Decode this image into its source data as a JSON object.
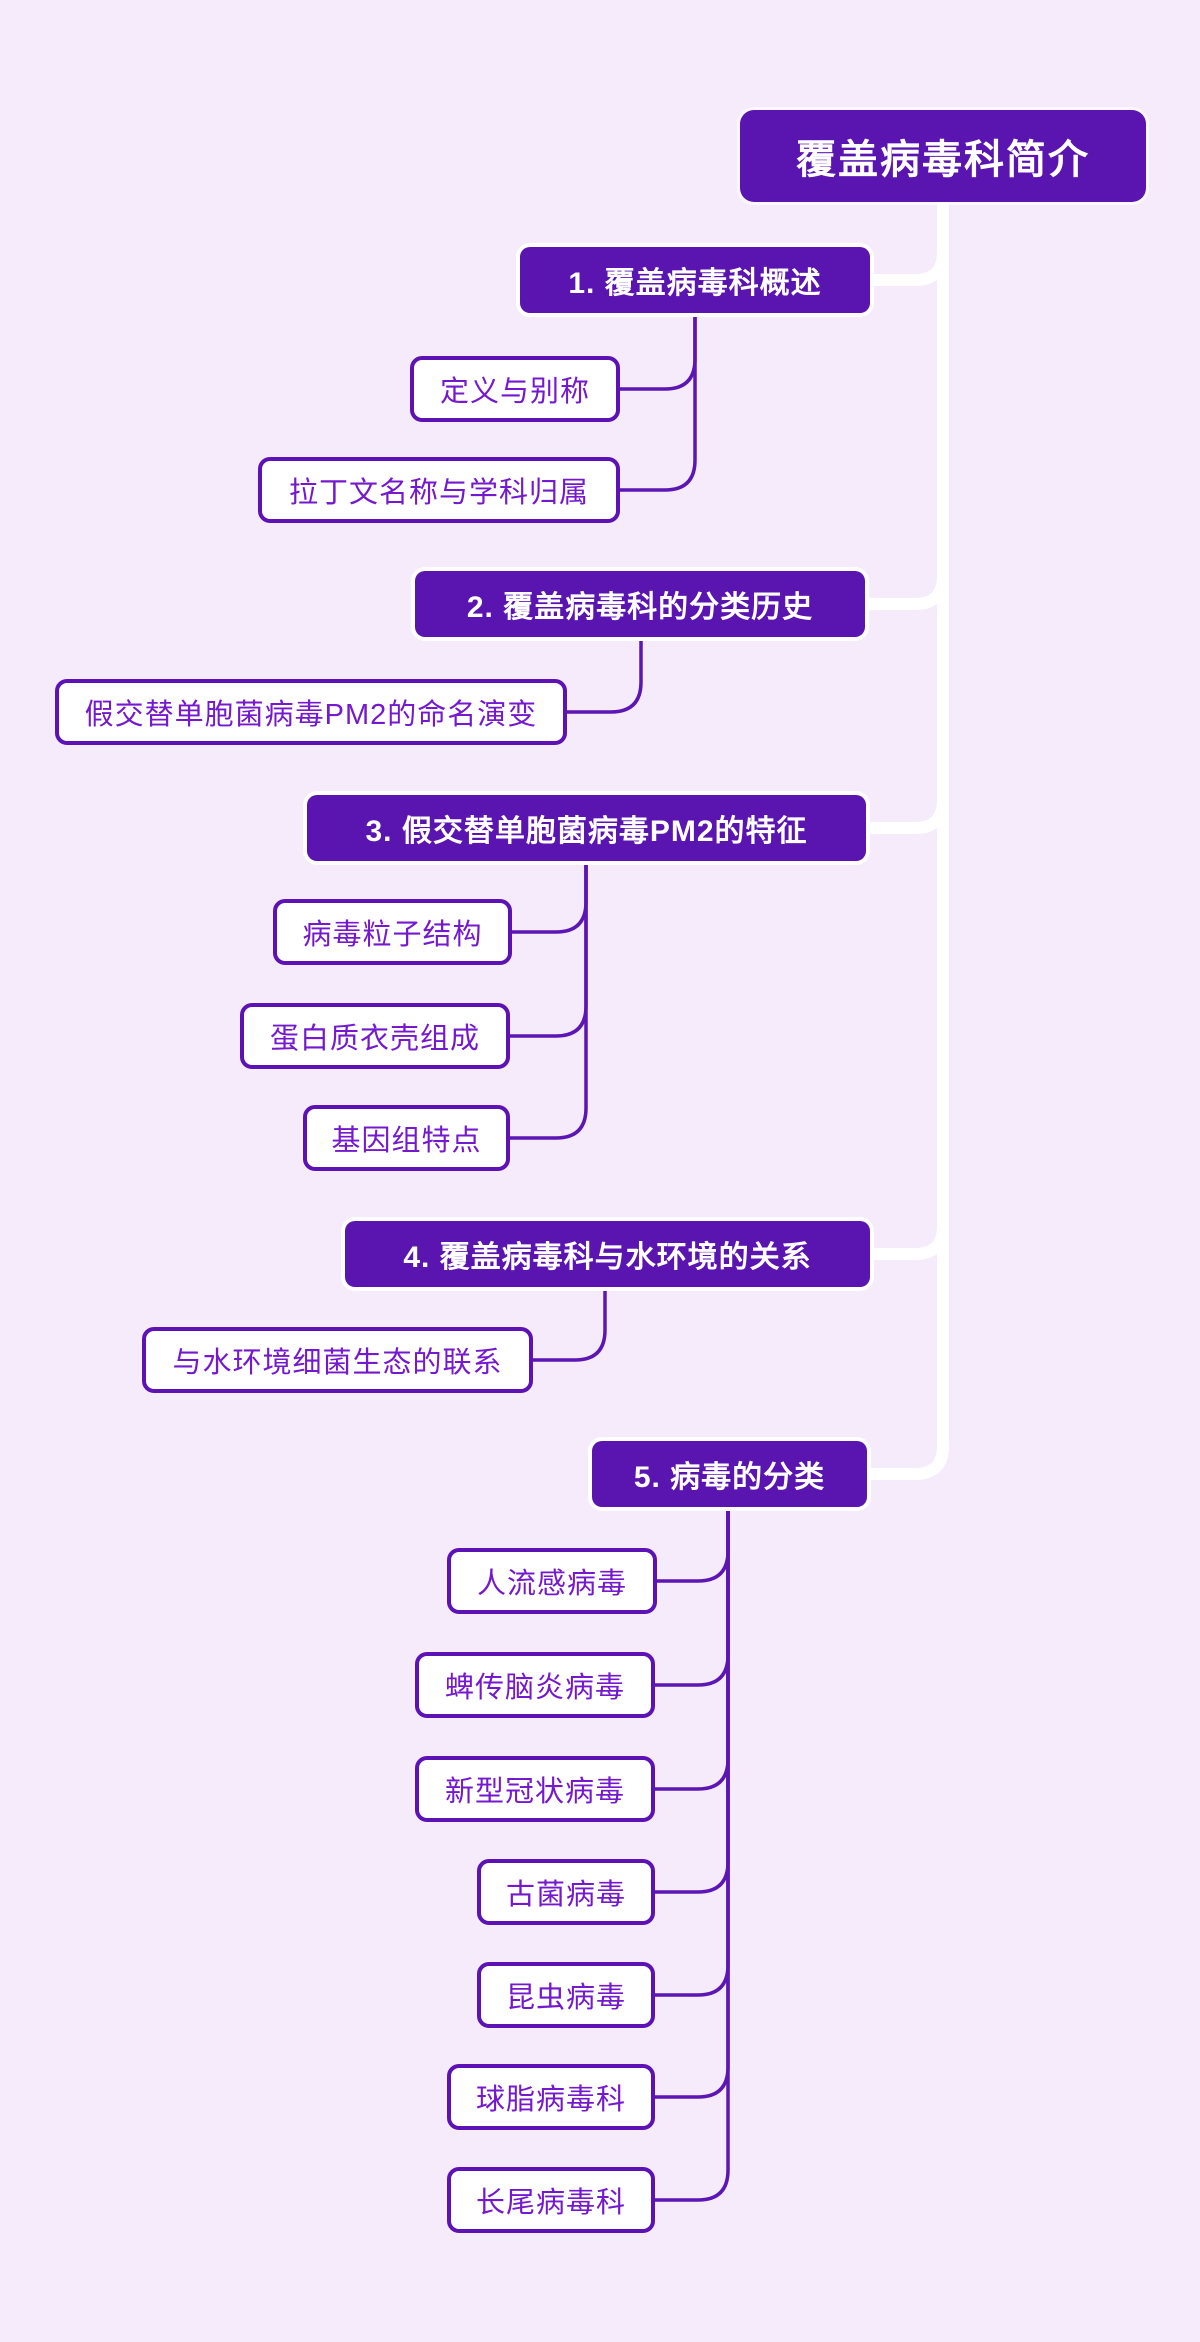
{
  "colors": {
    "background": "#f5ebfa",
    "node_fill": "#5a14b0",
    "node_text": "#ffffff",
    "child_border": "#5c12b4",
    "child_text": "#7519ce",
    "trunk_connector": "#ffffff",
    "child_connector": "#5c16b4"
  },
  "mindmap": {
    "root": {
      "label": "覆盖病毒科简介"
    },
    "branches": [
      {
        "label": "1. 覆盖病毒科概述",
        "children": [
          {
            "label": "定义与别称"
          },
          {
            "label": "拉丁文名称与学科归属"
          }
        ]
      },
      {
        "label": "2. 覆盖病毒科的分类历史",
        "children": [
          {
            "label": "假交替单胞菌病毒PM2的命名演变"
          }
        ]
      },
      {
        "label": "3. 假交替单胞菌病毒PM2的特征",
        "children": [
          {
            "label": "病毒粒子结构"
          },
          {
            "label": "蛋白质衣壳组成"
          },
          {
            "label": "基因组特点"
          }
        ]
      },
      {
        "label": "4. 覆盖病毒科与水环境的关系",
        "children": [
          {
            "label": "与水环境细菌生态的联系"
          }
        ]
      },
      {
        "label": "5. 病毒的分类",
        "children": [
          {
            "label": "人流感病毒"
          },
          {
            "label": "蜱传脑炎病毒"
          },
          {
            "label": "新型冠状病毒"
          },
          {
            "label": "古菌病毒"
          },
          {
            "label": "昆虫病毒"
          },
          {
            "label": "球脂病毒科"
          },
          {
            "label": "长尾病毒科"
          }
        ]
      }
    ]
  }
}
